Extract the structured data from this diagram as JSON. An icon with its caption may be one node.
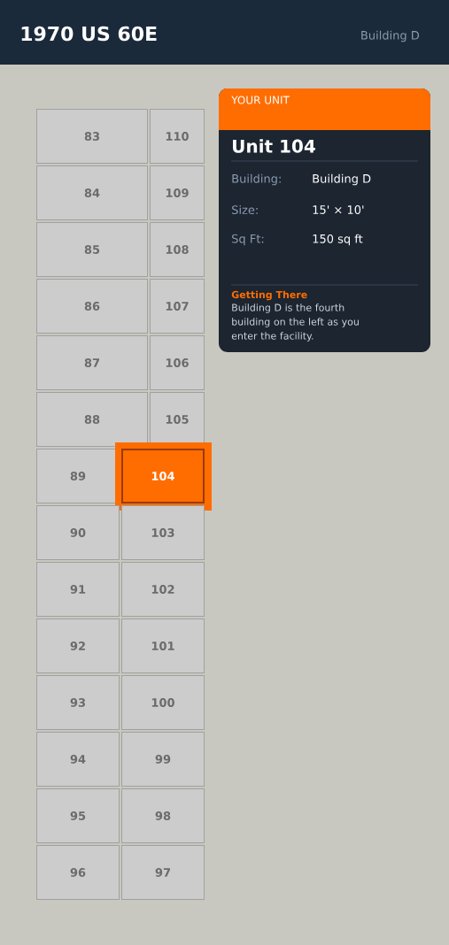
{
  "diagram": {
    "title": "1970 US 60E",
    "nodes": [
      {
        "text": [
          "83"
        ]
      },
      {
        "text": [
          "110"
        ]
      },
      {
        "text": [
          "84"
        ]
      },
      {
        "text": [
          "109"
        ]
      },
      {
        "text": [
          "85"
        ]
      },
      {
        "text": [
          "108"
        ]
      },
      {
        "text": [
          "86"
        ]
      },
      {
        "text": [
          "107"
        ]
      },
      {
        "text": [
          "87"
        ]
      },
      {
        "text": [
          "106"
        ]
      },
      {
        "text": [
          "88"
        ]
      },
      {
        "text": [
          "105"
        ]
      },
      {
        "text": [
          "89"
        ]
      },
      {
        "text": [
          "104"
        ]
      },
      {
        "text": [
          "90"
        ]
      },
      {
        "text": [
          "103"
        ]
      },
      {
        "text": [
          "91"
        ]
      },
      {
        "text": [
          "102"
        ]
      },
      {
        "text": [
          "92"
        ]
      },
      {
        "text": [
          "101"
        ]
      },
      {
        "text": [
          "93"
        ]
      },
      {
        "text": [
          "100"
        ]
      },
      {
        "text": [
          "94"
        ]
      },
      {
        "text": [
          "99"
        ]
      },
      {
        "text": [
          "95"
        ]
      },
      {
        "text": [
          "98"
        ]
      },
      {
        "text": [
          "96"
        ]
      },
      {
        "text": [
          "97"
        ]
      },
      {
        "text": [
          "YOUR UNIT",
          "Unit 104",
          "Building:",
          "Building D",
          "Size:",
          "15' × 10'",
          "Sq Ft:",
          "150 sq ft",
          "Getting There",
          "Building D is the fourth building on the left as you enter the facility."
        ]
      }
    ],
    "labels": [
      "Building D"
    ]
  }
}
